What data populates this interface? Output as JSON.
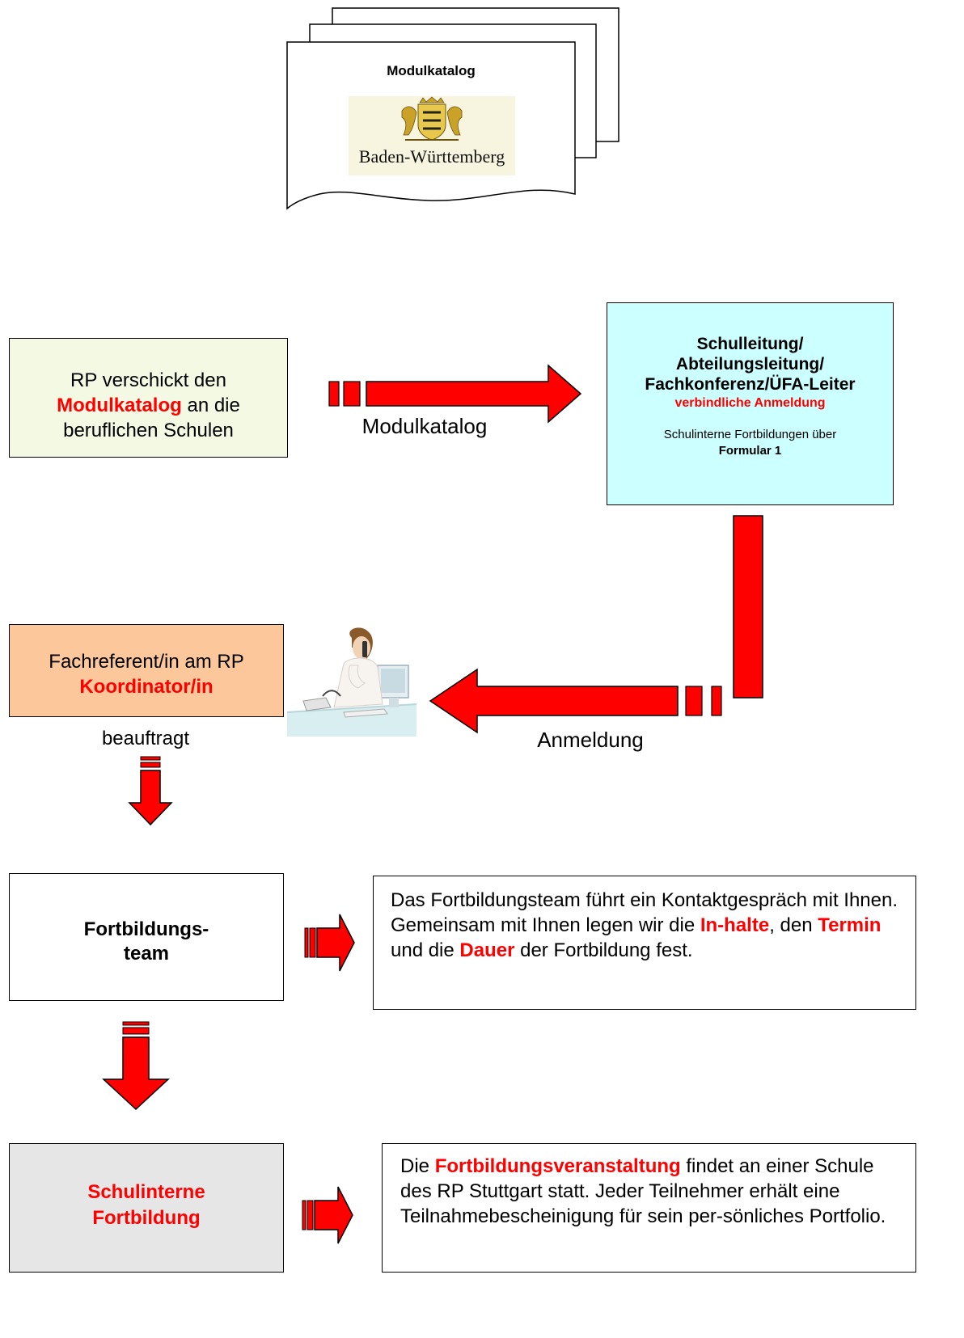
{
  "catalog": {
    "title": "Modulkatalog",
    "logo_text": "Baden-Württemberg"
  },
  "rp_box": {
    "line1": "RP verschickt den",
    "highlight": "Modulkatalog",
    "line2_rest": " an die",
    "line3": "beruflichen Schulen"
  },
  "arrow_modulkatalog": {
    "label": "Modulkatalog"
  },
  "schulleitung_box": {
    "line1": "Schulleitung/",
    "line2": "Abteilungsleitung/",
    "line3": "Fachkonferenz/ÜFA-Leiter",
    "highlight": "verbindliche Anmeldung",
    "note": "Schulinterne Fortbildungen über",
    "note_bold": "Formular 1"
  },
  "fachreferent_box": {
    "line1": "Fachreferent/in am RP",
    "highlight": "Koordinator/in"
  },
  "beauftragt_label": "beauftragt",
  "arrow_anmeldung": {
    "label": "Anmeldung"
  },
  "team_box": {
    "line1": "Fortbildungs-",
    "line2": "team"
  },
  "team_text": {
    "p1": "Das Fortbildungsteam führt ein Kontaktgespräch mit Ihnen. Gemeinsam mit Ihnen legen wir die ",
    "h1": "In-halte",
    "p2": ", den ",
    "h2": "Termin",
    "p3": " und die ",
    "h3": "Dauer",
    "p4": " der Fortbildung fest."
  },
  "schulintern_box": {
    "line1": "Schulinterne",
    "line2": "Fortbildung"
  },
  "schulintern_text": {
    "p1": "Die ",
    "h1": "Fortbildungsveranstaltung",
    "p2": " findet an einer Schule des RP Stuttgart statt. Jeder Teilnehmer erhält eine Teilnahmebescheinigung für sein per-sönliches Portfolio."
  },
  "colors": {
    "arrow_red": "#ff0000",
    "highlight_red": "#ff0000",
    "rp_box_bg": "#f4f9e4",
    "schulleitung_bg": "#ccffff",
    "fachreferent_bg": "#fcc89b",
    "schulintern_bg": "#e6e6e6"
  }
}
